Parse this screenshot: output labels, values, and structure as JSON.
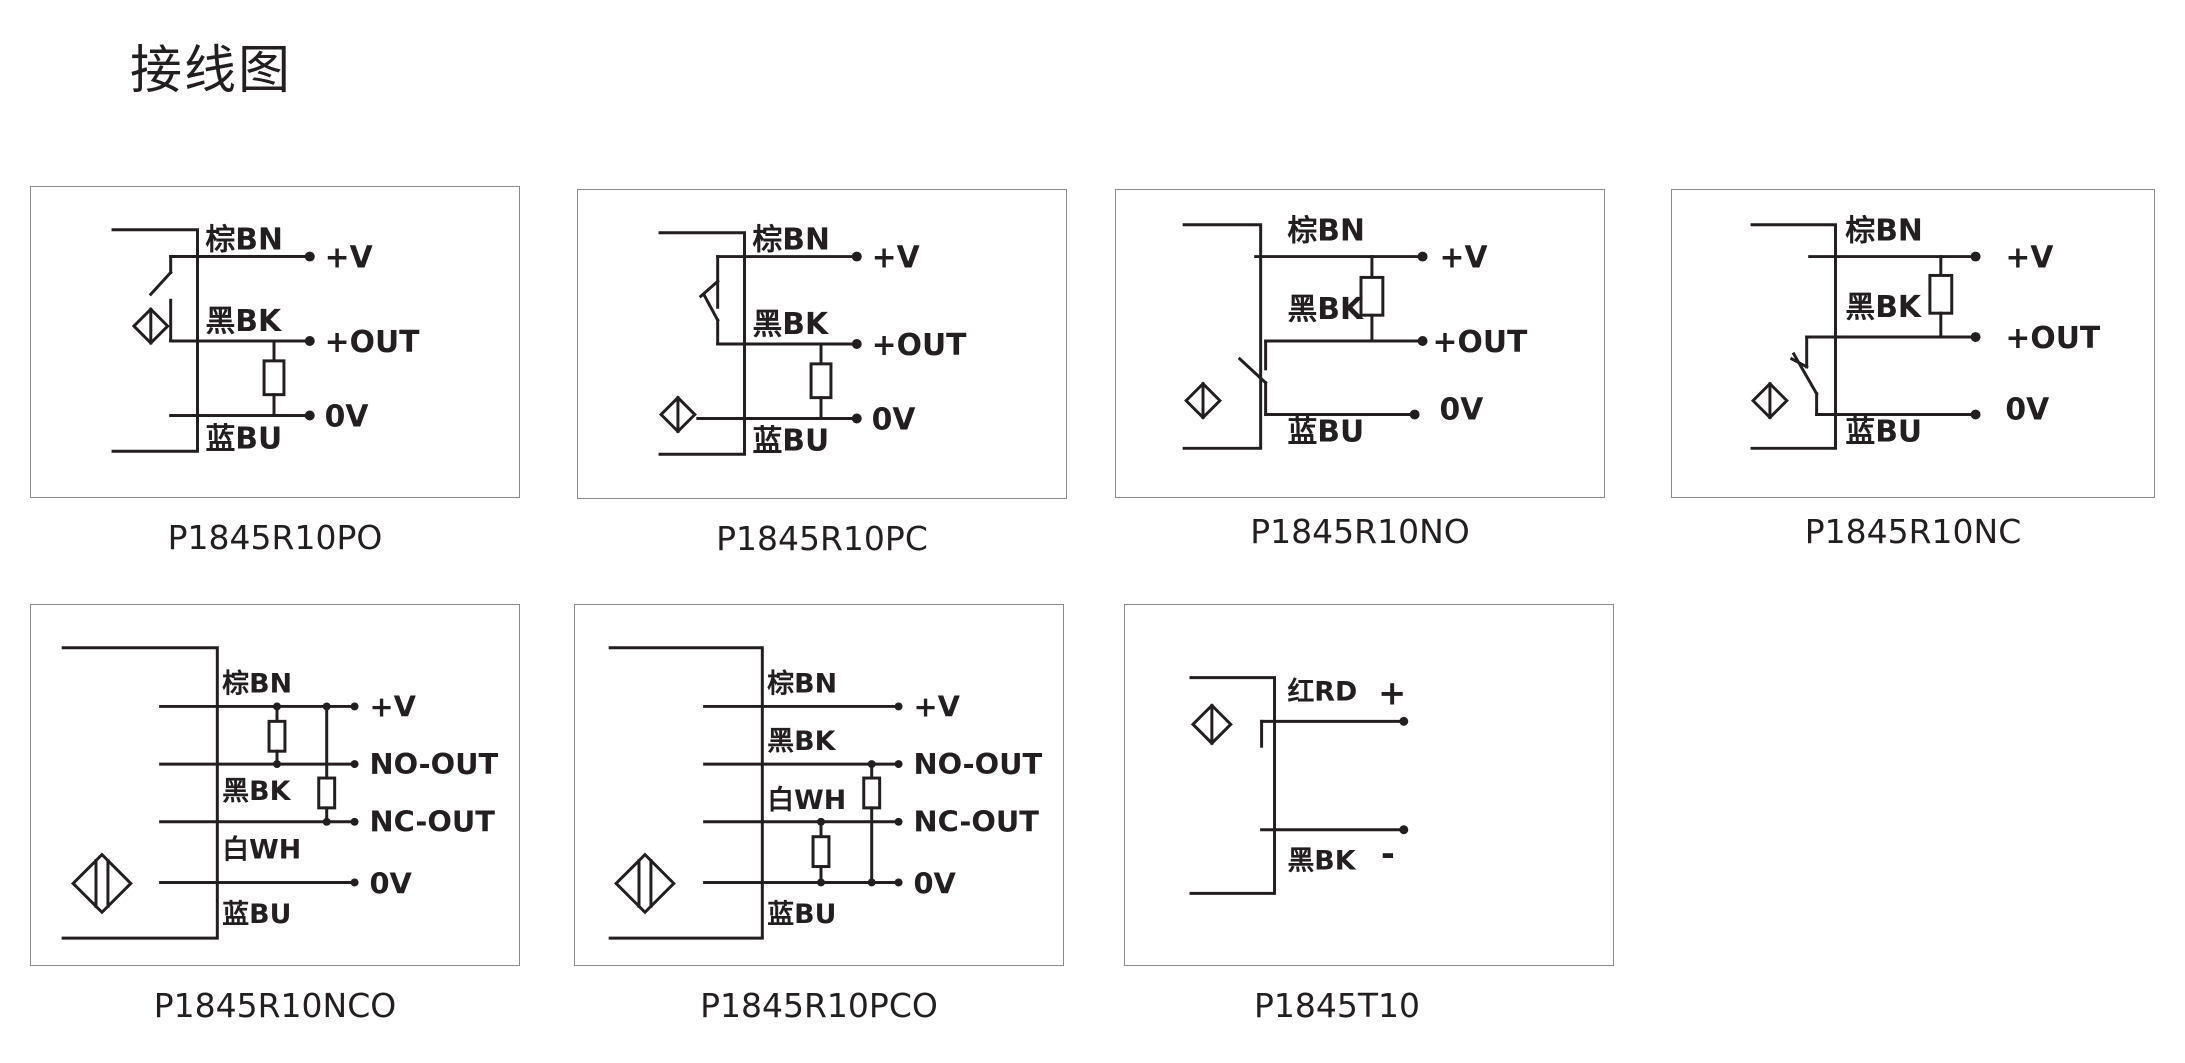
{
  "page": {
    "title": "接线图"
  },
  "diagrams": [
    {
      "model": "P1845R10PO",
      "wires": {
        "brown": "棕BN",
        "black": "黑BK",
        "blue": "蓝BU"
      },
      "terminals": {
        "v": "+V",
        "out": "+OUT",
        "zero": "0V"
      }
    },
    {
      "model": "P1845R10PC",
      "wires": {
        "brown": "棕BN",
        "black": "黑BK",
        "blue": "蓝BU"
      },
      "terminals": {
        "v": "+V",
        "out": "+OUT",
        "zero": "0V"
      }
    },
    {
      "model": "P1845R10NO",
      "wires": {
        "brown": "棕BN",
        "black": "黑BK",
        "blue": "蓝BU"
      },
      "terminals": {
        "v": "+V",
        "out": "+OUT",
        "zero": "0V"
      }
    },
    {
      "model": "P1845R10NC",
      "wires": {
        "brown": "棕BN",
        "black": "黑BK",
        "blue": "蓝BU"
      },
      "terminals": {
        "v": "+V",
        "out": "+OUT",
        "zero": "0V"
      }
    },
    {
      "model": "P1845R10NCO",
      "wires": {
        "brown": "棕BN",
        "black": "黑BK",
        "white": "白WH",
        "blue": "蓝BU"
      },
      "terminals": {
        "v": "+V",
        "no_out": "NO-OUT",
        "nc_out": "NC-OUT",
        "zero": "0V"
      }
    },
    {
      "model": "P1845R10PCO",
      "wires": {
        "brown": "棕BN",
        "black": "黑BK",
        "white": "白WH",
        "blue": "蓝BU"
      },
      "terminals": {
        "v": "+V",
        "no_out": "NO-OUT",
        "nc_out": "NC-OUT",
        "zero": "0V"
      }
    },
    {
      "model": "P1845T10",
      "wires": {
        "red": "红RD",
        "black": "黑BK"
      },
      "terminals": {
        "plus": "+",
        "minus": "-"
      }
    }
  ]
}
